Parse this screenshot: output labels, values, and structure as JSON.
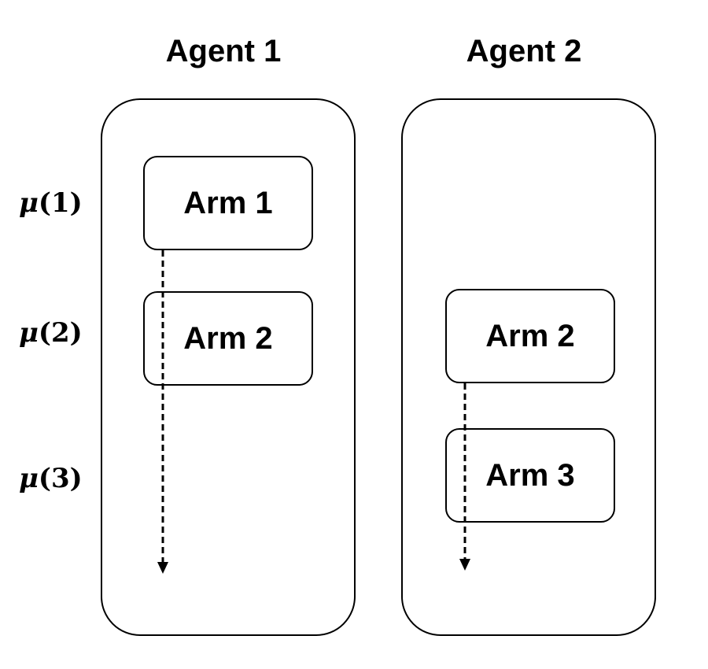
{
  "agents": [
    {
      "title": "Agent 1",
      "arms": [
        "Arm 1",
        "Arm 2"
      ]
    },
    {
      "title": "Agent 2",
      "arms": [
        "Arm 2",
        "Arm 3"
      ]
    }
  ],
  "mu_labels": [
    {
      "symbol": "μ",
      "arg": "(1)"
    },
    {
      "symbol": "μ",
      "arg": "(2)"
    },
    {
      "symbol": "μ",
      "arg": "(3)"
    }
  ]
}
